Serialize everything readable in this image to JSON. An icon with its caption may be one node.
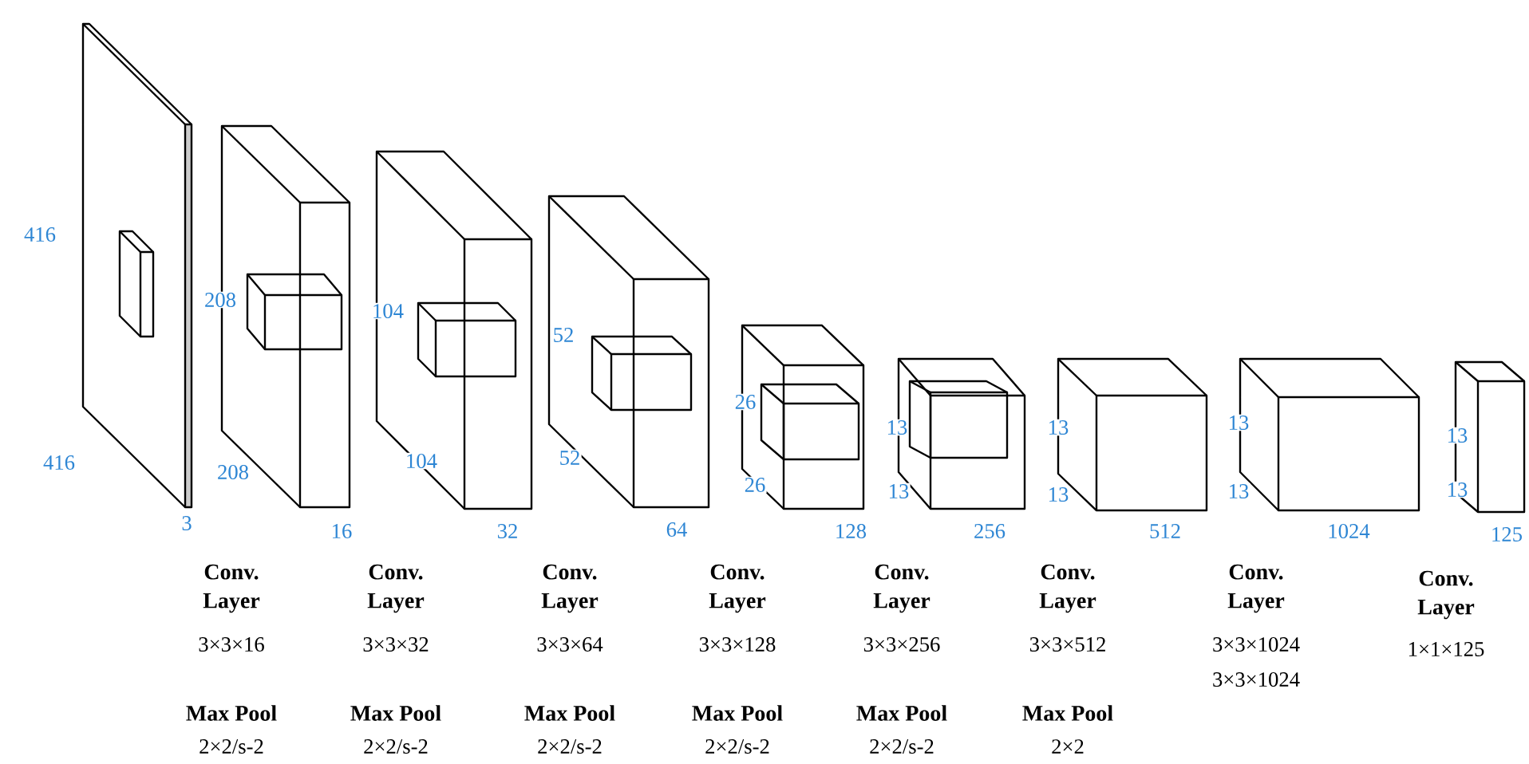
{
  "diagram": {
    "nodes": [
      {
        "text": [],
        "shape": "box",
        "beside": [
          "416",
          "416",
          "3"
        ]
      },
      {
        "text": [],
        "shape": "box",
        "in": 0
      },
      {
        "text": [],
        "shape": "box",
        "beside": [
          "208",
          "208",
          "16"
        ]
      },
      {
        "text": [],
        "shape": "box",
        "in": 2
      },
      {
        "text": [],
        "shape": "box",
        "beside": [
          "104",
          "104",
          "32"
        ]
      },
      {
        "text": [],
        "shape": "box",
        "in": 4
      },
      {
        "text": [],
        "shape": "box",
        "beside": [
          "52",
          "52",
          "64"
        ]
      },
      {
        "text": [],
        "shape": "box",
        "in": 6
      },
      {
        "text": [],
        "shape": "box",
        "beside": [
          "26",
          "26",
          "128"
        ]
      },
      {
        "text": [],
        "shape": "box",
        "in": 8
      },
      {
        "text": [],
        "shape": "box",
        "beside": [
          "13",
          "13",
          "256"
        ]
      },
      {
        "text": [],
        "shape": "box",
        "in": 10
      },
      {
        "text": [],
        "shape": "box",
        "beside": [
          "13",
          "13",
          "512"
        ]
      },
      {
        "text": [],
        "shape": "box",
        "beside": [
          "13",
          "13",
          "1024"
        ]
      },
      {
        "text": [],
        "shape": "box",
        "beside": [
          "13",
          "13",
          "125"
        ]
      }
    ],
    "labels": [
      "Conv. Layer",
      "3×3×16",
      "Max Pool",
      "2×2/s-2",
      "Conv. Layer",
      "3×3×32",
      "Max Pool",
      "2×2/s-2",
      "Conv. Layer",
      "3×3×64",
      "Max Pool",
      "2×2/s-2",
      "Conv. Layer",
      "3×3×128",
      "Max Pool",
      "2×2/s-2",
      "Conv. Layer",
      "3×3×256",
      "Max Pool",
      "2×2/s-2",
      "Conv. Layer",
      "3×3×512",
      "Max Pool",
      "2×2",
      "Conv. Layer",
      "3×3×1024",
      "3×3×1024",
      "Conv. Layer",
      "1×1×125"
    ]
  }
}
